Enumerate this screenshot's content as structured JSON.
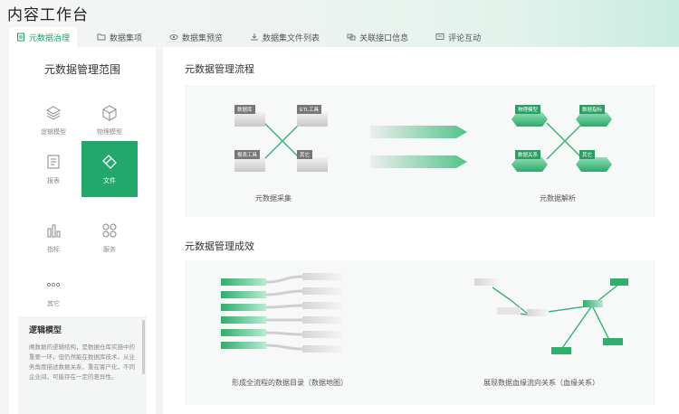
{
  "header": {
    "title": "内容工作台"
  },
  "tabs": [
    {
      "label": "元数据治理",
      "icon": "document-icon",
      "active": true
    },
    {
      "label": "数据集项",
      "icon": "folder-icon",
      "active": false
    },
    {
      "label": "数据集预览",
      "icon": "eye-icon",
      "active": false
    },
    {
      "label": "数据集文件列表",
      "icon": "download-icon",
      "active": false
    },
    {
      "label": "关联接口信息",
      "icon": "link-icon",
      "active": false
    },
    {
      "label": "评论互动",
      "icon": "comment-icon",
      "active": false
    }
  ],
  "sidebar": {
    "title": "元数据管理范围",
    "categories": [
      {
        "label": "逻辑模型",
        "icon": "layers-icon"
      },
      {
        "label": "物理模型",
        "icon": "cube-icon"
      },
      {
        "label": "报表",
        "icon": "report-icon"
      },
      {
        "label": "文件",
        "icon": "file-icon",
        "active": true
      },
      {
        "label": "指标",
        "icon": "bar-chart-icon"
      },
      {
        "label": "服务",
        "icon": "grid-icon"
      },
      {
        "label": "其它",
        "icon": "more-icon"
      }
    ],
    "description": {
      "title": "逻辑模型",
      "text": "阐数据的逻辑结构，是数据仓库实施中的重要一环，但仍然能在数据库技术。从业务角度描述数据关系，重在客户化，不同企业间，可能存在一定的差异性。"
    }
  },
  "main": {
    "process": {
      "title": "元数据管理流程",
      "left_nodes": [
        "数据库",
        "ETL工具",
        "报表工具",
        "其它"
      ],
      "right_nodes": [
        "物理模型",
        "数据指标",
        "数据关系",
        "其它"
      ],
      "left_caption": "元数据采集",
      "right_caption": "元数据解析"
    },
    "results": {
      "title": "元数据管理成效",
      "left_caption": "形成全流程的数据目录（数据地图）",
      "right_caption": "展现数据血缘流向关系（血缘关系）"
    }
  },
  "colors": {
    "accent": "#22a86a",
    "accent_dark": "#1aa364"
  }
}
